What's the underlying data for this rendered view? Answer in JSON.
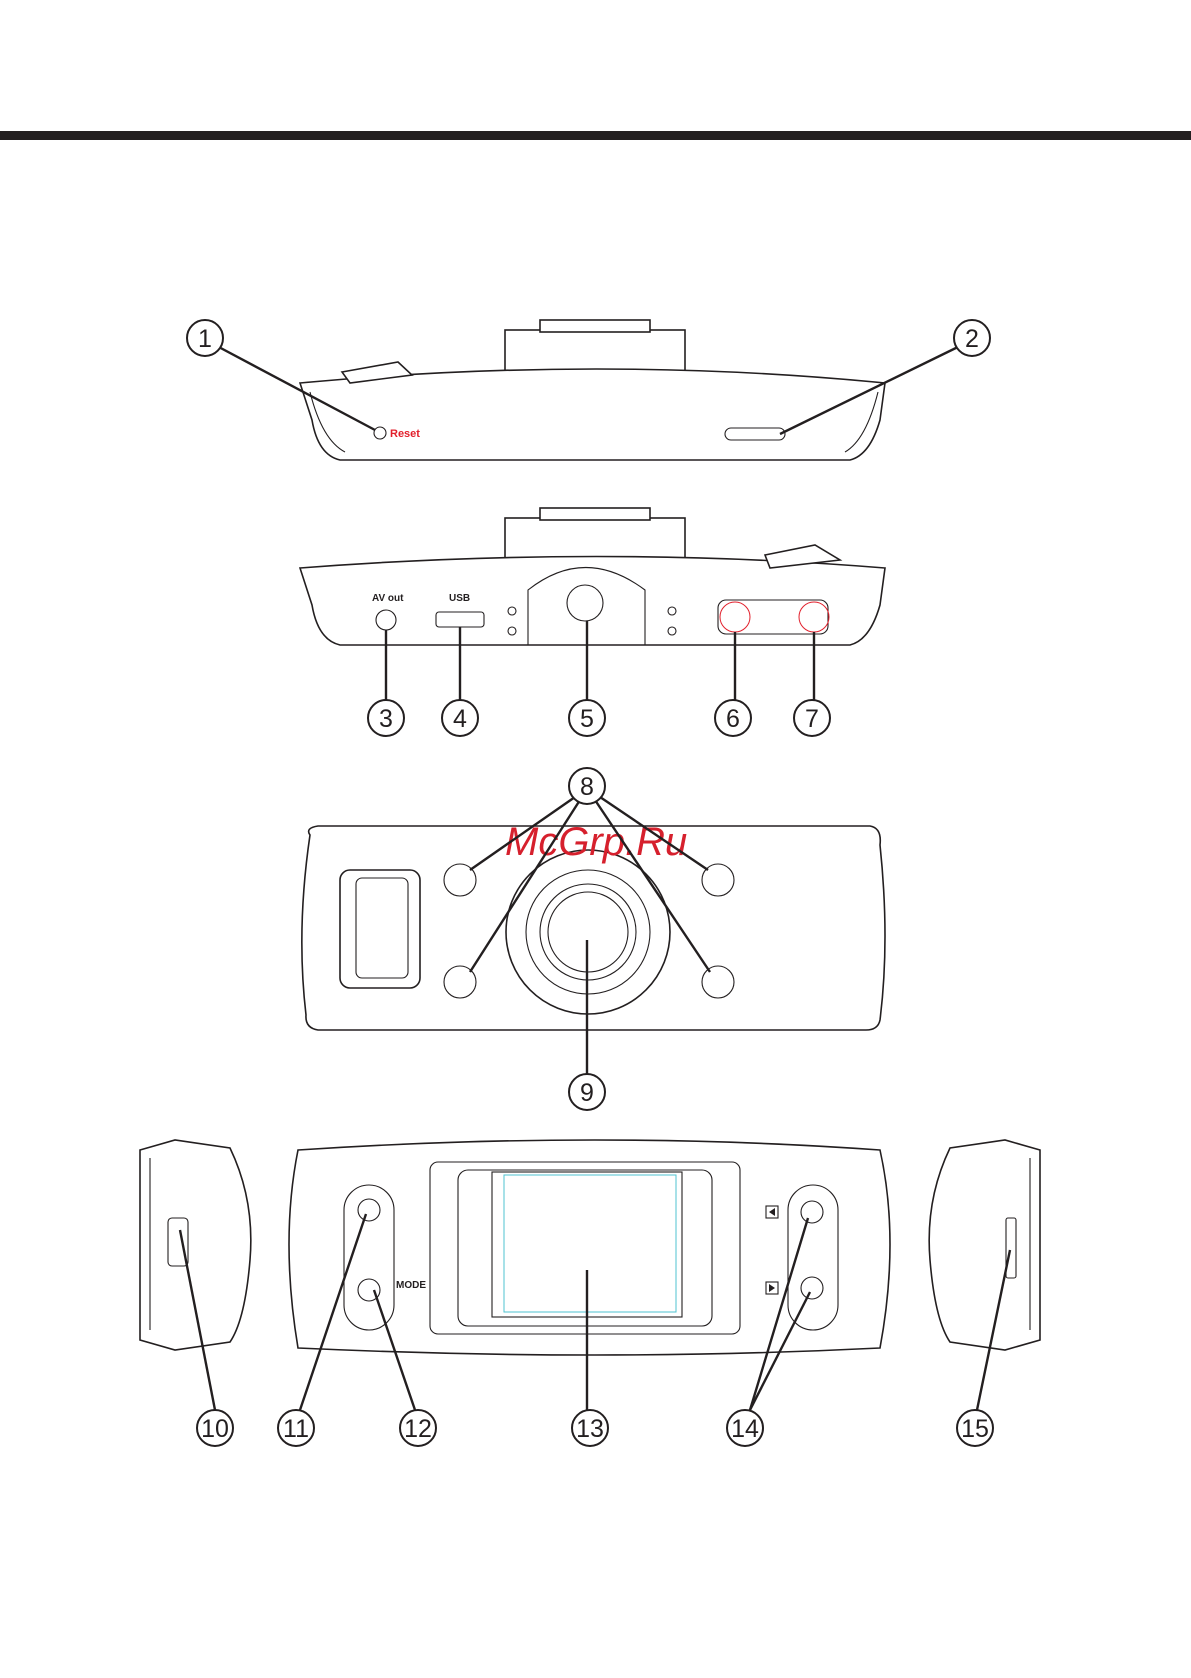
{
  "labels": {
    "reset": "Reset",
    "av_out": "AV out",
    "usb": "USB",
    "mode": "MODE"
  },
  "watermark": "McGrp.Ru",
  "callouts": [
    "1",
    "2",
    "3",
    "4",
    "5",
    "6",
    "7",
    "8",
    "9",
    "10",
    "11",
    "12",
    "13",
    "14",
    "15"
  ],
  "colors": {
    "line": "#231f20",
    "reset_text": "#e2202c",
    "watermark": "#d6202d",
    "screen_accent": "#4fc3d0",
    "indicator_accent": "#e2202c"
  }
}
